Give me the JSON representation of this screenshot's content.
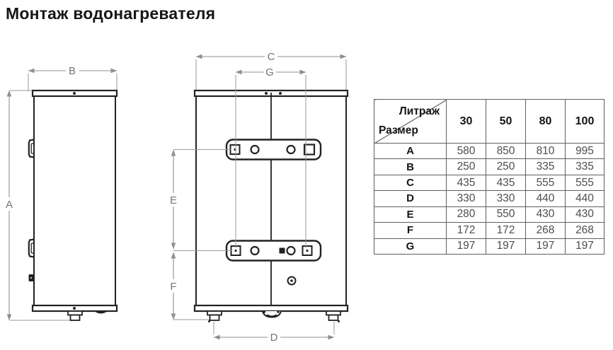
{
  "page": {
    "title": "Монтаж водонагревателя"
  },
  "dims": {
    "a": "A",
    "b": "B",
    "c": "C",
    "d": "D",
    "e": "E",
    "f": "F",
    "g": "G"
  },
  "table": {
    "corner_top": "Литраж",
    "corner_bottom": "Размер",
    "columns": [
      "30",
      "50",
      "80",
      "100"
    ],
    "rows": [
      {
        "size": "A",
        "values": [
          "580",
          "850",
          "810",
          "995"
        ]
      },
      {
        "size": "B",
        "values": [
          "250",
          "250",
          "335",
          "335"
        ]
      },
      {
        "size": "C",
        "values": [
          "435",
          "435",
          "555",
          "555"
        ]
      },
      {
        "size": "D",
        "values": [
          "330",
          "330",
          "440",
          "440"
        ]
      },
      {
        "size": "E",
        "values": [
          "280",
          "550",
          "430",
          "430"
        ]
      },
      {
        "size": "F",
        "values": [
          "172",
          "172",
          "268",
          "268"
        ]
      },
      {
        "size": "G",
        "values": [
          "197",
          "197",
          "197",
          "197"
        ]
      }
    ]
  },
  "colors": {
    "drawing_line": "#222222",
    "dimension_line": "#8f8f8f",
    "table_border": "#5f5f5f",
    "value_text": "#4d4d4d",
    "title_text": "#161616"
  }
}
